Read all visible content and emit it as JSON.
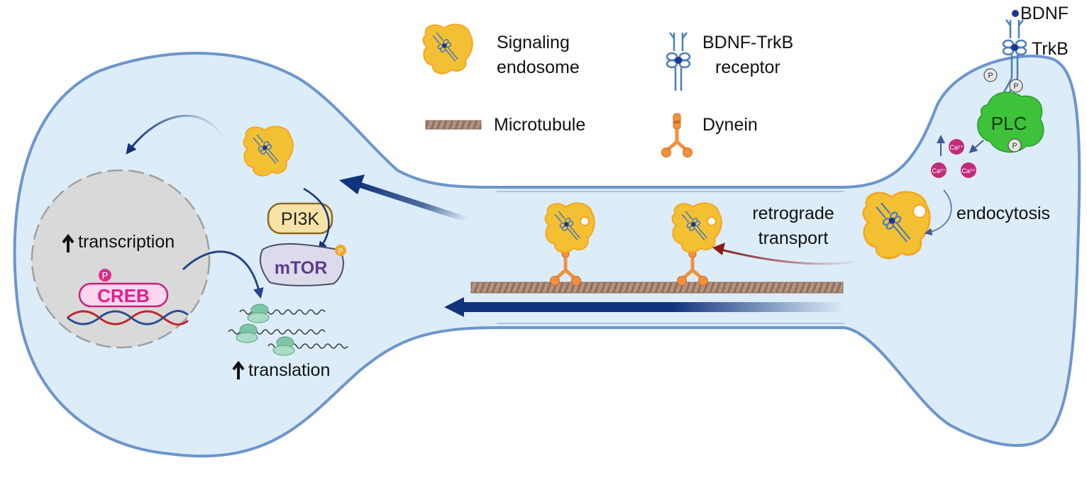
{
  "legend": {
    "signaling_endosome": [
      "Signaling",
      "endosome"
    ],
    "receptor": [
      "BDNF-TrkB",
      "receptor"
    ],
    "microtubule": "Microtubule",
    "dynein": "Dynein"
  },
  "top_right": {
    "bdnf": "BDNF",
    "trkb": "TrkB"
  },
  "plc": "PLC",
  "phospho": "P",
  "calcium": "Ca²⁺",
  "endocytosis": "endocytosis",
  "retrograde": [
    "retrograde",
    "transport"
  ],
  "pi3k": "PI3K",
  "mtor": "mTOR",
  "transcription": "transcription",
  "creb": "CREB",
  "translation": "translation",
  "colors": {
    "cell_fill": "#dcedf9",
    "cell_stroke": "#6d95cc",
    "nucleus_fill": "#d9d9d9",
    "endosome": "#f3c033",
    "dynein": "#f0913e",
    "microtubule": "#a98a78",
    "arrow_blue": "#12347c",
    "arrow_red": "#8c1c1c",
    "creb": "#e83ba1",
    "plc": "#3ec23b",
    "calcium": "#c22a7c"
  }
}
